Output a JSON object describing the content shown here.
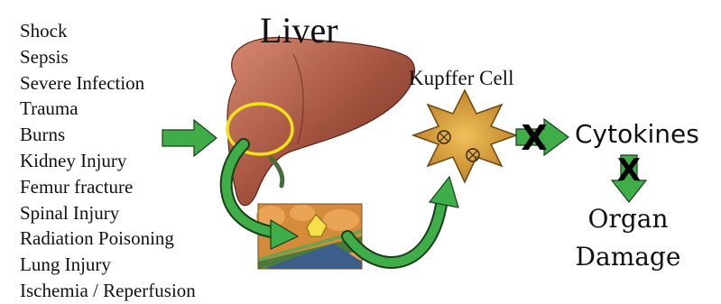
{
  "causes": [
    "Shock",
    "Sepsis",
    "Severe Infection",
    "Trauma",
    "Burns",
    "Kidney Injury",
    "Femur fracture",
    "Spinal Injury",
    "Radiation Poisoning",
    "Lung Injury",
    "Ischemia / Reperfusion"
  ],
  "liver_title": "Liver",
  "kupffer_label": "Kupffer Cell",
  "cytokines_label": "Cytokines",
  "organ_line1": "Organ",
  "organ_line2": "Damage",
  "block_marker": "X",
  "colors": {
    "arrow_green": "#3fae49",
    "arrow_outline": "#1a3d1a",
    "liver": "#a4543f",
    "highlight_circle": "#f2e21a",
    "kupffer_fill": "#e0a33b",
    "block_x": "#000000"
  }
}
